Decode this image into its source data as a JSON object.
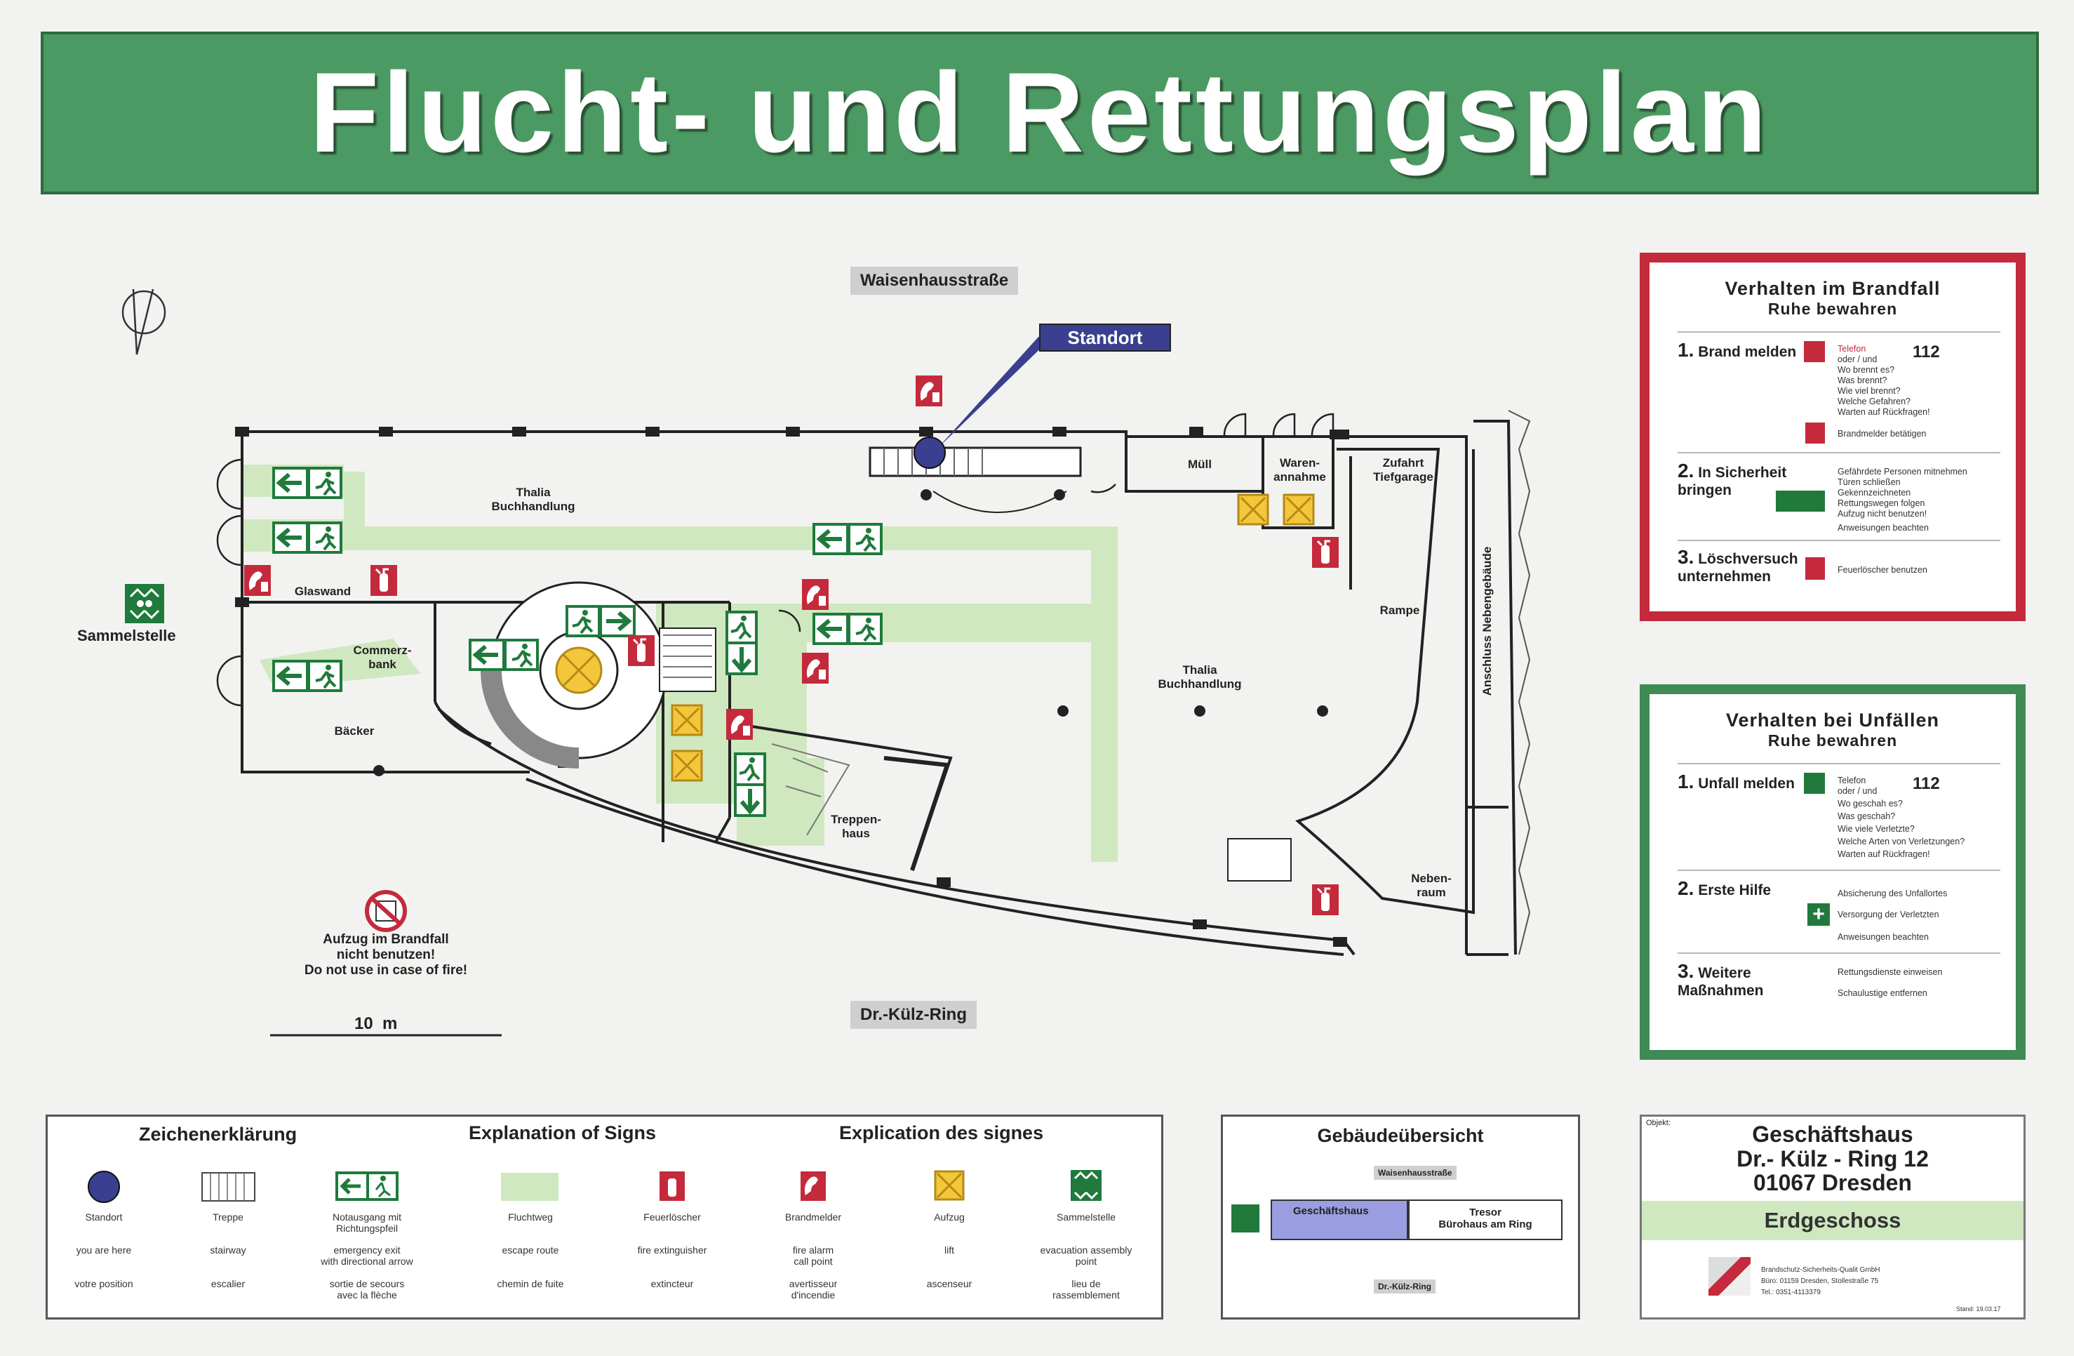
{
  "title": "Flucht- und Rettungsplan",
  "streets": {
    "north": "Waisenhausstraße",
    "south": "Dr.-Külz-Ring"
  },
  "standort_label": "Standort",
  "assembly_label": "Sammelstelle",
  "rooms": {
    "thalia_top": "Thalia\nBuchhandlung",
    "thalia_main": "Thalia\nBuchhandlung",
    "glaswand": "Glaswand",
    "commerzbank": "Commerz-\nbank",
    "baecker": "Bäcker",
    "muell": "Müll",
    "warenannahme": "Waren-\nannahme",
    "zufahrt": "Zufahrt\nTiefgarage",
    "rampe": "Rampe",
    "treppenhaus": "Treppen-\nhaus",
    "nebenraum": "Neben-\nraum",
    "anschluss": "Anschluss Nebengebäude"
  },
  "elevator_warning": "Aufzug im Brandfall\nnicht benutzen!\nDo not use in case of fire!",
  "scale_label": "10  m",
  "fire_panel": {
    "title": "Verhalten im Brandfall",
    "subtitle": "Ruhe bewahren",
    "steps": [
      {
        "num": "1.",
        "label": "Brand melden"
      },
      {
        "num": "2.",
        "label": "In Sicherheit\nbringen"
      },
      {
        "num": "3.",
        "label": "Löschversuch\nunternehmen"
      }
    ],
    "emergency_number": "112",
    "lines_1": [
      "Telefon",
      "oder / und",
      "Wo brennt es?",
      "Was brennt?",
      "Wie viel brennt?",
      "Welche Gefahren?",
      "Warten auf Rückfragen!"
    ],
    "alarm_line": "Brandmelder betätigen",
    "lines_2": [
      "Gefährdete Personen mitnehmen",
      "Türen schließen",
      "Gekennzeichneten",
      "Rettungswegen folgen",
      "Aufzug nicht benutzen!",
      "Anweisungen beachten"
    ],
    "lines_3": [
      "Feuerlöscher benutzen"
    ]
  },
  "accident_panel": {
    "title": "Verhalten bei Unfällen",
    "subtitle": "Ruhe bewahren",
    "steps": [
      {
        "num": "1.",
        "label": "Unfall melden"
      },
      {
        "num": "2.",
        "label": "Erste Hilfe"
      },
      {
        "num": "3.",
        "label": "Weitere\nMaßnahmen"
      }
    ],
    "emergency_number": "112",
    "lines_1": [
      "Telefon",
      "oder / und",
      "Wo geschah es?",
      "Was geschah?",
      "Wie viele Verletzte?",
      "Welche Arten von Verletzungen?",
      "Warten auf Rückfragen!"
    ],
    "lines_2": [
      "Absicherung des Unfallortes",
      "Versorgung der Verletzten",
      "Anweisungen beachten"
    ],
    "lines_3": [
      "Rettungsdienste einweisen",
      "Schaulustige entfernen"
    ]
  },
  "legend": {
    "headings": [
      "Zeichenerklärung",
      "Explanation of Signs",
      "Explication des signes"
    ],
    "items": [
      {
        "de": "Standort",
        "en": "you are here",
        "fr": "votre position",
        "icon": "standort-dot"
      },
      {
        "de": "Treppe",
        "en": "stairway",
        "fr": "escalier",
        "icon": "stair-icon"
      },
      {
        "de": "Notausgang mit\nRichtungspfeil",
        "en": "emergency exit\nwith directional arrow",
        "fr": "sortie de secours\navec la flèche",
        "icon": "exit-sign-icon"
      },
      {
        "de": "Fluchtweg",
        "en": "escape route",
        "fr": "chemin de fuite",
        "icon": "escape-route-swatch"
      },
      {
        "de": "Feuerlöscher",
        "en": "fire extinguisher",
        "fr": "extincteur",
        "icon": "extinguisher-icon"
      },
      {
        "de": "Brandmelder",
        "en": "fire alarm\ncall point",
        "fr": "avertisseur\nd'incendie",
        "icon": "fire-alarm-icon"
      },
      {
        "de": "Aufzug",
        "en": "lift",
        "fr": "ascenseur",
        "icon": "elevator-icon"
      },
      {
        "de": "Sammelstelle",
        "en": "evacuation assembly\npoint",
        "fr": "lieu de\nrassemblement",
        "icon": "assembly-point-icon"
      }
    ]
  },
  "overview": {
    "title": "Gebäudeübersicht",
    "north_street": "Waisenhausstraße",
    "south_street": "Dr.-Külz-Ring",
    "building": "Geschäftshaus",
    "neighbor": "Tresor\nBürohaus am Ring"
  },
  "object": {
    "label": "Objekt:",
    "name_lines": [
      "Geschäftshaus",
      "Dr.- Külz - Ring 12",
      "01067 Dresden"
    ],
    "floor": "Erdgeschoss",
    "company": [
      "Brandschutz-Sicherheits-Qualit GmbH",
      "Büro: 01159 Dresden, Stollestraße 75",
      "Tel.: 0351-4113379"
    ],
    "date": "Stand: 19.03.17"
  },
  "colors": {
    "title_green": "#4c9a63",
    "escape_route": "#cfe8c0",
    "fire_red": "#c42a3c",
    "exit_green": "#1f7a3c",
    "standort_blue": "#3a3f8f",
    "elevator_yellow": "#f4c63a"
  }
}
